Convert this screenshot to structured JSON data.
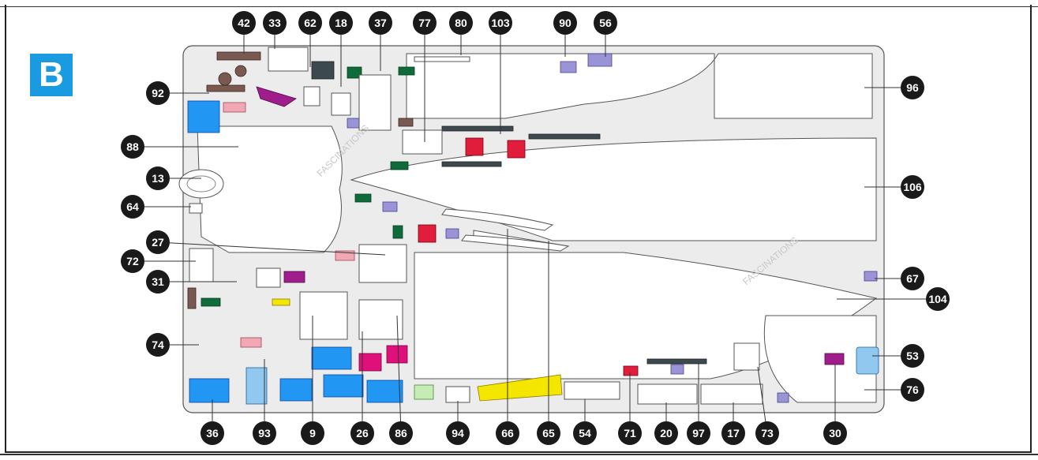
{
  "sheet": {
    "letter": "B"
  },
  "watermark": "FASCINATIONS",
  "accent_colors": {
    "badge": "#1a9ae0",
    "callout": "#1a1a1a"
  },
  "callouts": [
    {
      "id": "42"
    },
    {
      "id": "33"
    },
    {
      "id": "62"
    },
    {
      "id": "18"
    },
    {
      "id": "37"
    },
    {
      "id": "77"
    },
    {
      "id": "80"
    },
    {
      "id": "103"
    },
    {
      "id": "90"
    },
    {
      "id": "56"
    },
    {
      "id": "92"
    },
    {
      "id": "96"
    },
    {
      "id": "88"
    },
    {
      "id": "13"
    },
    {
      "id": "106"
    },
    {
      "id": "64"
    },
    {
      "id": "27"
    },
    {
      "id": "72"
    },
    {
      "id": "31"
    },
    {
      "id": "67"
    },
    {
      "id": "104"
    },
    {
      "id": "74"
    },
    {
      "id": "53"
    },
    {
      "id": "76"
    },
    {
      "id": "36"
    },
    {
      "id": "93"
    },
    {
      "id": "9"
    },
    {
      "id": "26"
    },
    {
      "id": "86"
    },
    {
      "id": "94"
    },
    {
      "id": "66"
    },
    {
      "id": "65"
    },
    {
      "id": "54"
    },
    {
      "id": "71"
    },
    {
      "id": "20"
    },
    {
      "id": "97"
    },
    {
      "id": "17"
    },
    {
      "id": "73"
    },
    {
      "id": "30"
    }
  ]
}
